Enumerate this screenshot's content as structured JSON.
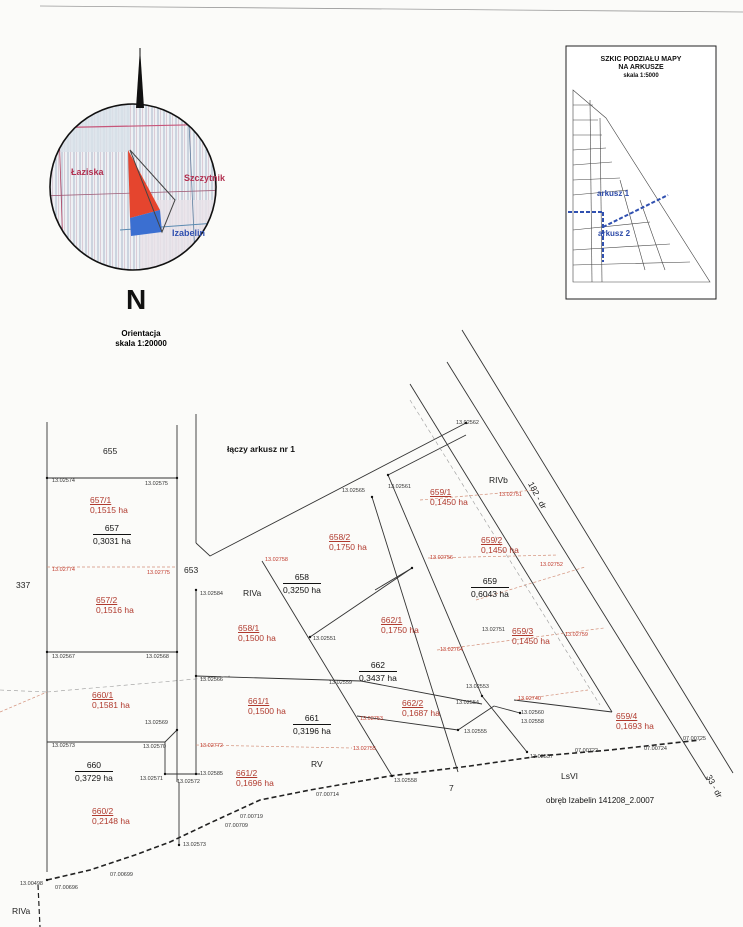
{
  "header": {
    "inset_title_1": "SZKIC PODZIAŁU MAPY",
    "inset_title_2": "NA ARKUSZE",
    "inset_scale": "skala 1:5000",
    "inset_sheet_1": "arkusz 1",
    "inset_sheet_2": "arkusz 2",
    "orientation_label": "Orientacja",
    "orientation_scale": "skala 1:20000",
    "north_letter": "N",
    "join_note": "łączy arkusz nr 1",
    "precinct": "obręb Izabelin 141208_2.0007"
  },
  "orientation_places": [
    "Łaziska",
    "Szczytnik",
    "Izabelin"
  ],
  "parcels_black": [
    {
      "id": "p655",
      "num": "655",
      "area": ""
    },
    {
      "id": "p337",
      "num": "337",
      "area": ""
    },
    {
      "id": "p653",
      "num": "653",
      "area": ""
    },
    {
      "id": "p657",
      "num": "657",
      "area": "0,3031 ha"
    },
    {
      "id": "p658",
      "num": "658",
      "area": "0,3250 ha"
    },
    {
      "id": "p659",
      "num": "659",
      "area": "0,6043 ha"
    },
    {
      "id": "p662",
      "num": "662",
      "area": "0,3437 ha"
    },
    {
      "id": "p661",
      "num": "661",
      "area": "0,3196 ha"
    },
    {
      "id": "p660",
      "num": "660",
      "area": "0,3729 ha"
    },
    {
      "id": "p7",
      "num": "7",
      "area": ""
    }
  ],
  "parcels_red": [
    {
      "id": "r657_1",
      "num": "657/1",
      "area": "0,1515 ha"
    },
    {
      "id": "r657_2",
      "num": "657/2",
      "area": "0,1516 ha"
    },
    {
      "id": "r658_2",
      "num": "658/2",
      "area": "0,1750 ha"
    },
    {
      "id": "r659_1",
      "num": "659/1",
      "area": "0,1450 ha"
    },
    {
      "id": "r659_2",
      "num": "659/2",
      "area": "0,1450 ha"
    },
    {
      "id": "r659_3",
      "num": "659/3",
      "area": "0,1450 ha"
    },
    {
      "id": "r659_4",
      "num": "659/4",
      "area": "0,1693 ha"
    },
    {
      "id": "r658_1",
      "num": "658/1",
      "area": "0,1500 ha"
    },
    {
      "id": "r662_1",
      "num": "662/1",
      "area": "0,1750 ha"
    },
    {
      "id": "r662_2",
      "num": "662/2",
      "area": "0,1687 ha"
    },
    {
      "id": "r661_1",
      "num": "661/1",
      "area": "0,1500 ha"
    },
    {
      "id": "r661_2",
      "num": "661/2",
      "area": "0,1696 ha"
    },
    {
      "id": "r660_1",
      "num": "660/1",
      "area": "0,1581 ha"
    },
    {
      "id": "r660_2",
      "num": "660/2",
      "area": "0,2148 ha"
    }
  ],
  "land_classes": [
    "RIVb",
    "RIVa",
    "RV",
    "LsVI",
    "RIVa"
  ],
  "roads": [
    "182 - dr",
    "33 - dr"
  ],
  "points": [
    "13.02562",
    "13.02574",
    "13.02575",
    "13.02565",
    "13.02561",
    "13.02751",
    "13.02774",
    "13.02775",
    "13.02758",
    "13.02756",
    "13.02752",
    "13.02584",
    "13.02567",
    "13.02568",
    "13.02551",
    "13.02751",
    "13.02759",
    "13.02566",
    "13.02559",
    "13.02764",
    "13.02553",
    "13.02569",
    "13.02554",
    "13.02740",
    "13.02560",
    "13.02753",
    "13.02558",
    "13.02555",
    "13.02557",
    "13.02573",
    "13.02570",
    "13.02772",
    "13.02755",
    "13.02571",
    "13.02572",
    "13.02585",
    "13.02558",
    "13.02573",
    "13.00498",
    "07.00696",
    "07.00699",
    "07.00709",
    "07.00719",
    "07.00714",
    "07.00722",
    "07.00724",
    "07.00725"
  ]
}
